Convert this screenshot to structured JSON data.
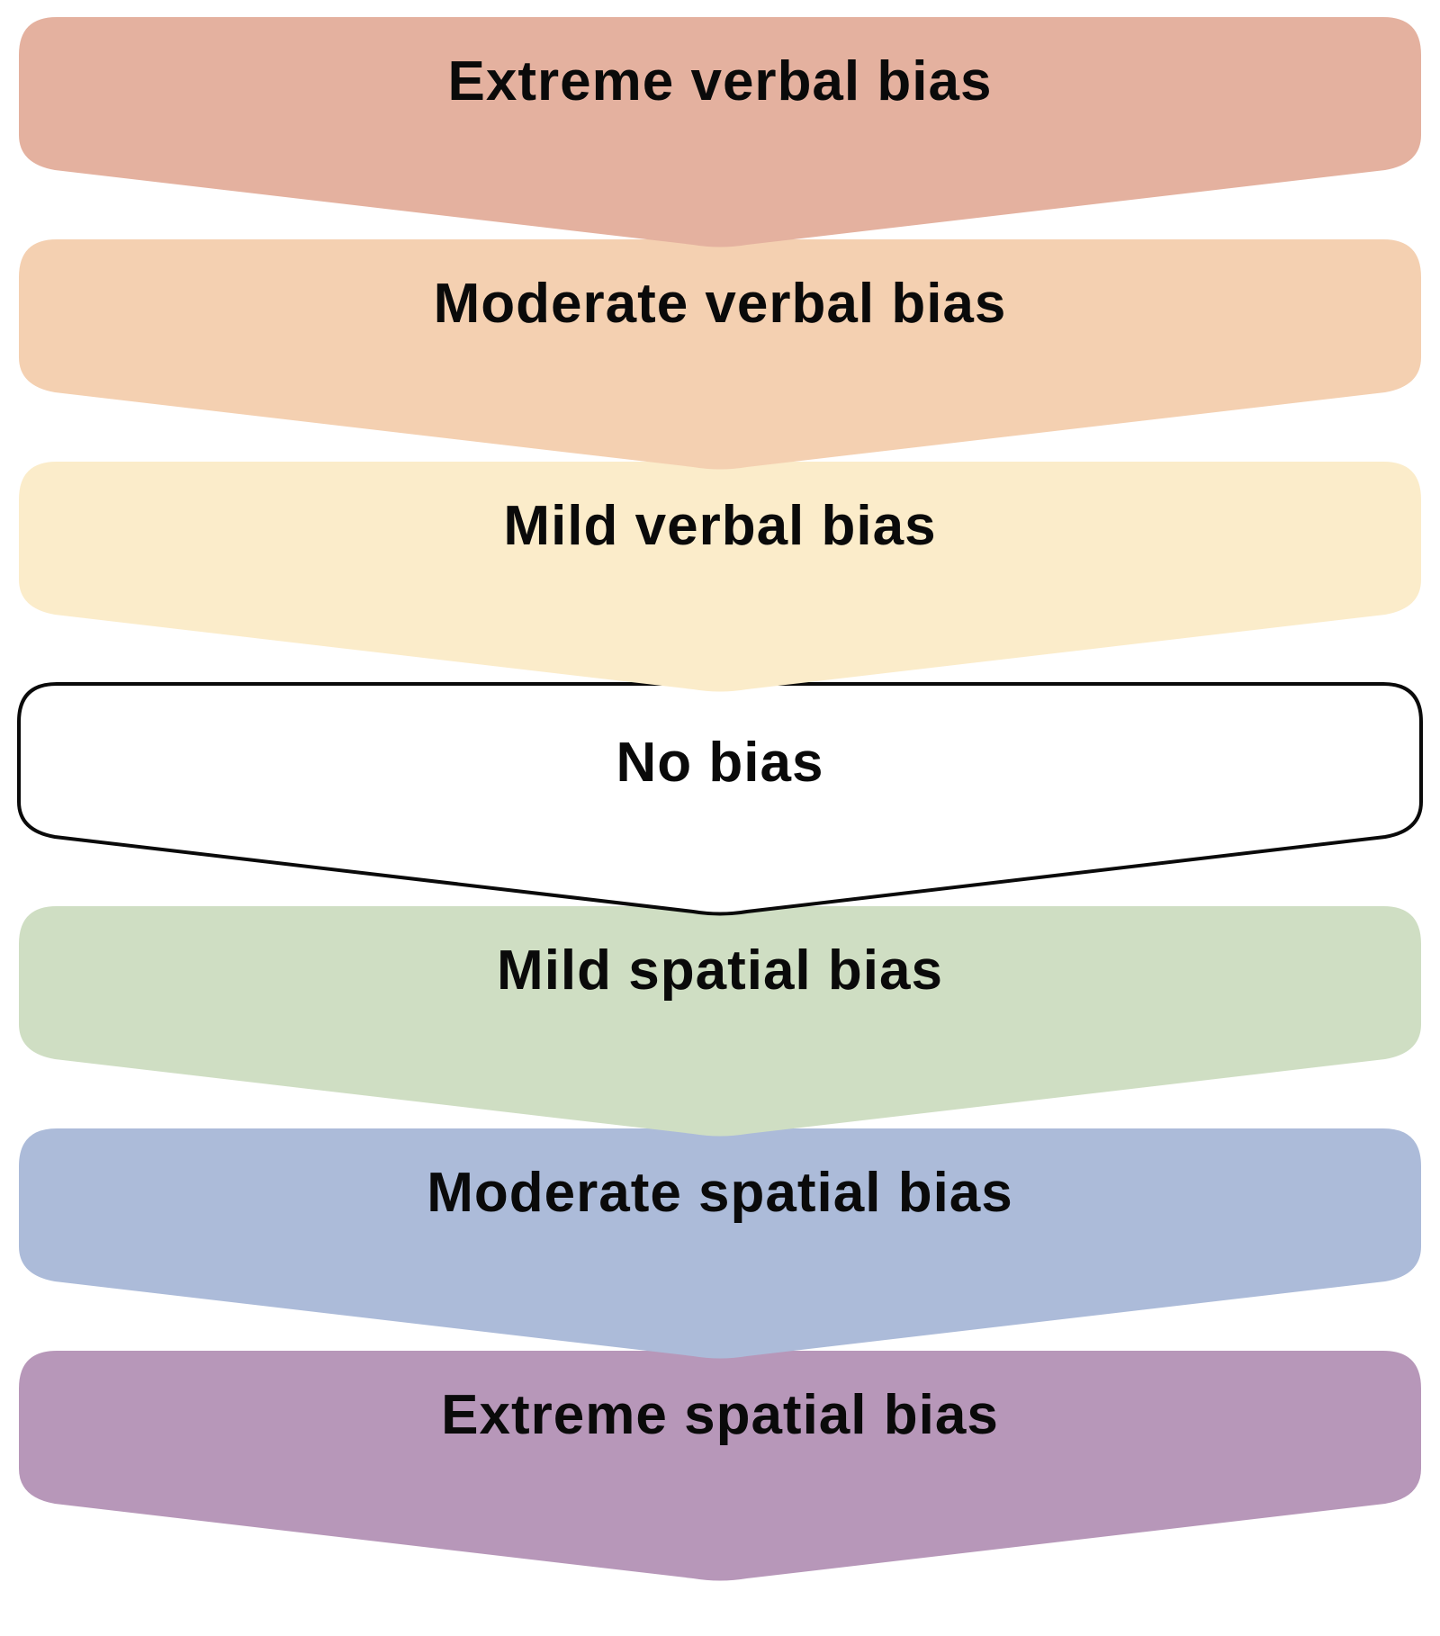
{
  "bands": [
    {
      "label": "Extreme verbal bias",
      "color": "#e4b19f"
    },
    {
      "label": "Moderate verbal bias",
      "color": "#f4d0b1"
    },
    {
      "label": "Mild verbal bias",
      "color": "#fbecca"
    },
    {
      "label": "No bias",
      "color": "#ffffff",
      "outlined": true
    },
    {
      "label": "Mild spatial bias",
      "color": "#cfdec3"
    },
    {
      "label": "Moderate spatial bias",
      "color": "#acbbd9"
    },
    {
      "label": "Extreme spatial bias",
      "color": "#b797b9"
    }
  ]
}
